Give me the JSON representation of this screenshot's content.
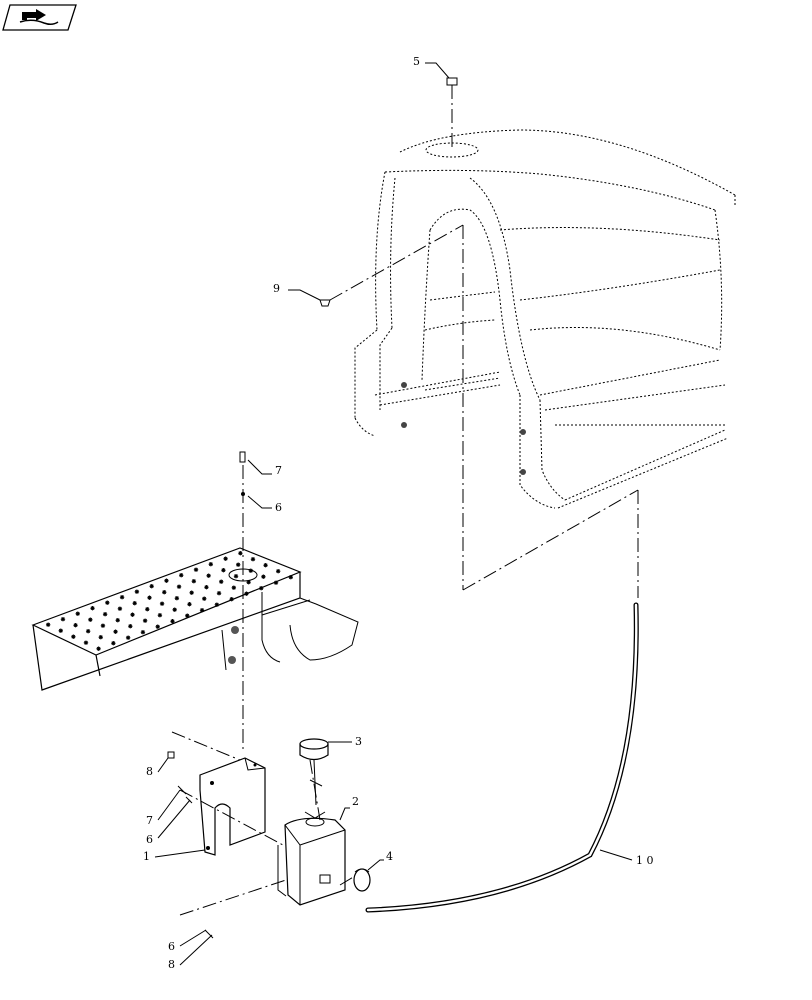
{
  "icon": {
    "name": "book-arrow-icon"
  },
  "callouts": {
    "c1": "1",
    "c2": "2",
    "c3": "3",
    "c4": "4",
    "c5": "5",
    "c6a": "6",
    "c6b": "6",
    "c6c": "6",
    "c7a": "7",
    "c7b": "7",
    "c8a": "8",
    "c8b": "8",
    "c9": "9",
    "c10": "1 0"
  }
}
